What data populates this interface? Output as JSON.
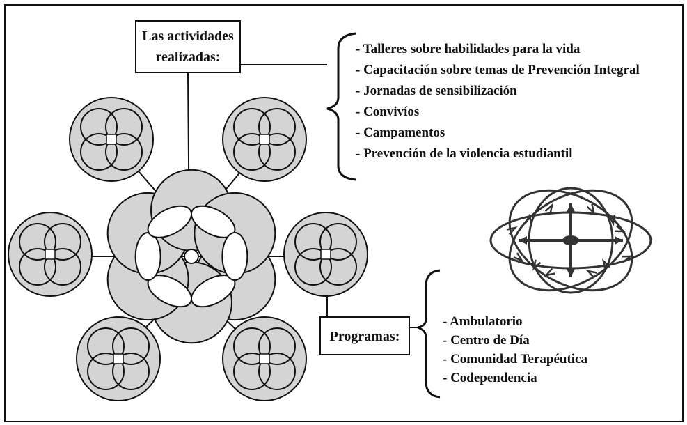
{
  "activities": {
    "label_lines": [
      "Las actividades",
      "realizadas:"
    ],
    "items": [
      "- Talleres sobre habilidades para la vida",
      "- Capacitación sobre temas de Prevención Integral",
      "- Jornadas de sensibilización",
      "- Convivíos",
      "- Campamentos",
      "- Prevención de la violencia estudiantil"
    ]
  },
  "programs": {
    "label": "Programas:",
    "items": [
      "- Ambulatorio",
      "- Centro de Día",
      "- Comunidad Terapéutica",
      "- Codependencia"
    ]
  },
  "colors": {
    "circle_fill": "#d4d4d4",
    "stroke": "#111111",
    "arrow": "#333333"
  }
}
